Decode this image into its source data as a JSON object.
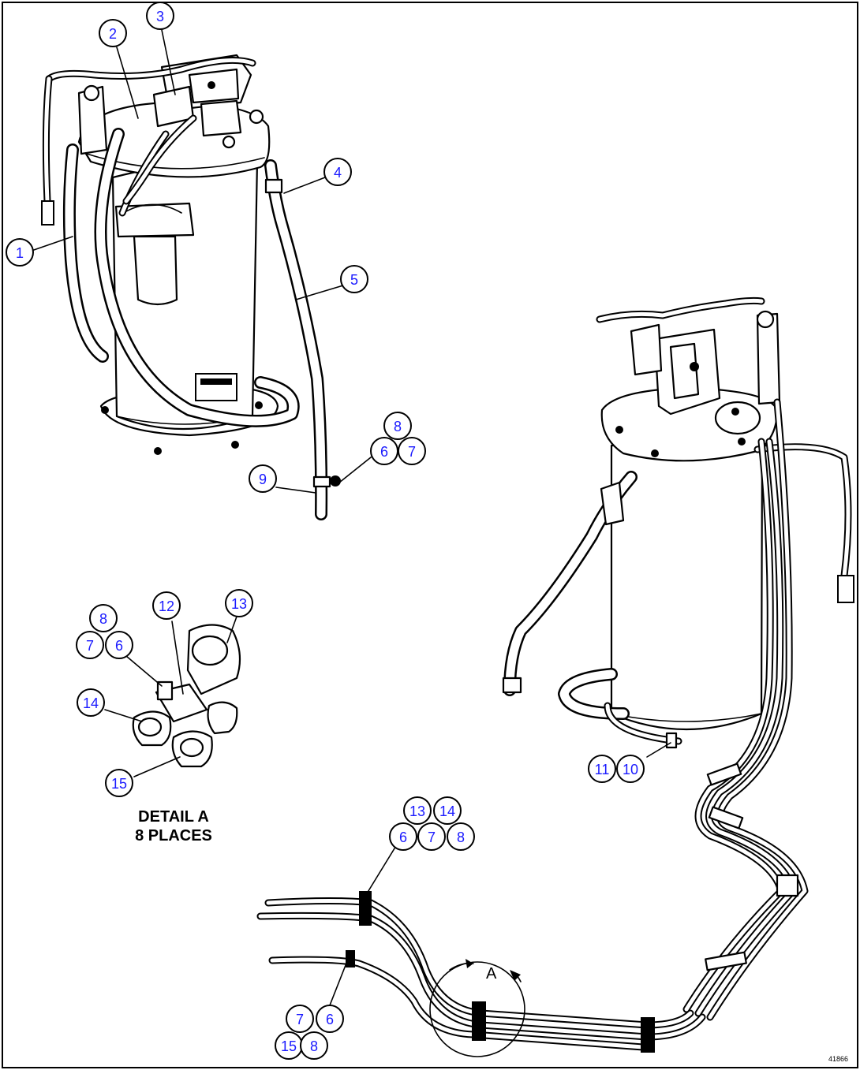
{
  "detail": {
    "title": "DETAIL A",
    "subtitle": "8 PLACES"
  },
  "view_marker": "A",
  "figure_code": "41866",
  "callouts": [
    "1",
    "2",
    "3",
    "4",
    "5",
    "6",
    "7",
    "8",
    "9",
    "10",
    "11",
    "12",
    "13",
    "14",
    "15"
  ]
}
